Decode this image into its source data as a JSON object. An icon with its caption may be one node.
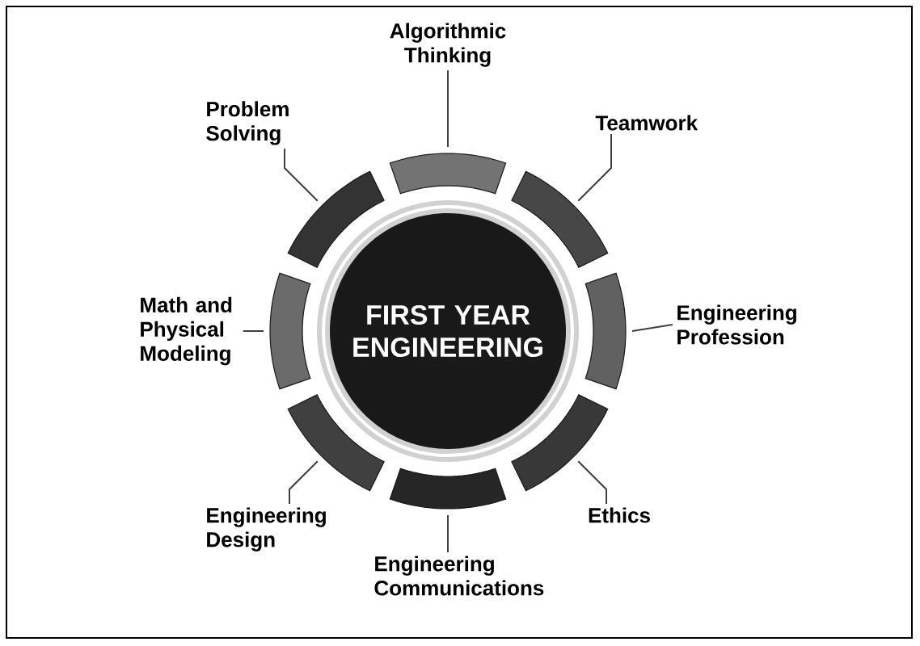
{
  "diagram": {
    "nodes": [
      {
        "text": [
          "FIRST YEAR ENGINEERING"
        ]
      },
      {
        "text": [],
        "shape": "arc"
      },
      {
        "text": [],
        "shape": "arc"
      },
      {
        "text": [],
        "shape": "arc"
      },
      {
        "text": [],
        "shape": "arc"
      },
      {
        "text": [],
        "shape": "arc"
      },
      {
        "text": [],
        "shape": "arc"
      },
      {
        "text": [],
        "shape": "arc"
      },
      {
        "text": [],
        "shape": "arc"
      },
      {
        "text": [
          "Algorithmic Thinking"
        ]
      },
      {
        "text": [
          "Teamwork"
        ]
      },
      {
        "text": [
          "Engineering Profession"
        ]
      },
      {
        "text": [
          "Ethics"
        ]
      },
      {
        "text": [
          "Engineering Communications"
        ]
      },
      {
        "text": [
          "Engineering Design"
        ]
      },
      {
        "text": [
          "Math and Physical Modeling"
        ]
      },
      {
        "text": [
          "Problem Solving"
        ]
      }
    ],
    "edges": [
      {
        "from": 9,
        "to": 1,
        "arrow": "none"
      },
      {
        "from": 10,
        "to": 2,
        "arrow": "none"
      },
      {
        "from": 11,
        "to": 3,
        "arrow": "none"
      },
      {
        "from": 12,
        "to": 4,
        "arrow": "none"
      },
      {
        "from": 13,
        "to": 5,
        "arrow": "none"
      },
      {
        "from": 14,
        "to": 6,
        "arrow": "none"
      },
      {
        "from": 15,
        "to": 7,
        "arrow": "none"
      },
      {
        "from": 16,
        "to": 8,
        "arrow": "none"
      }
    ]
  }
}
